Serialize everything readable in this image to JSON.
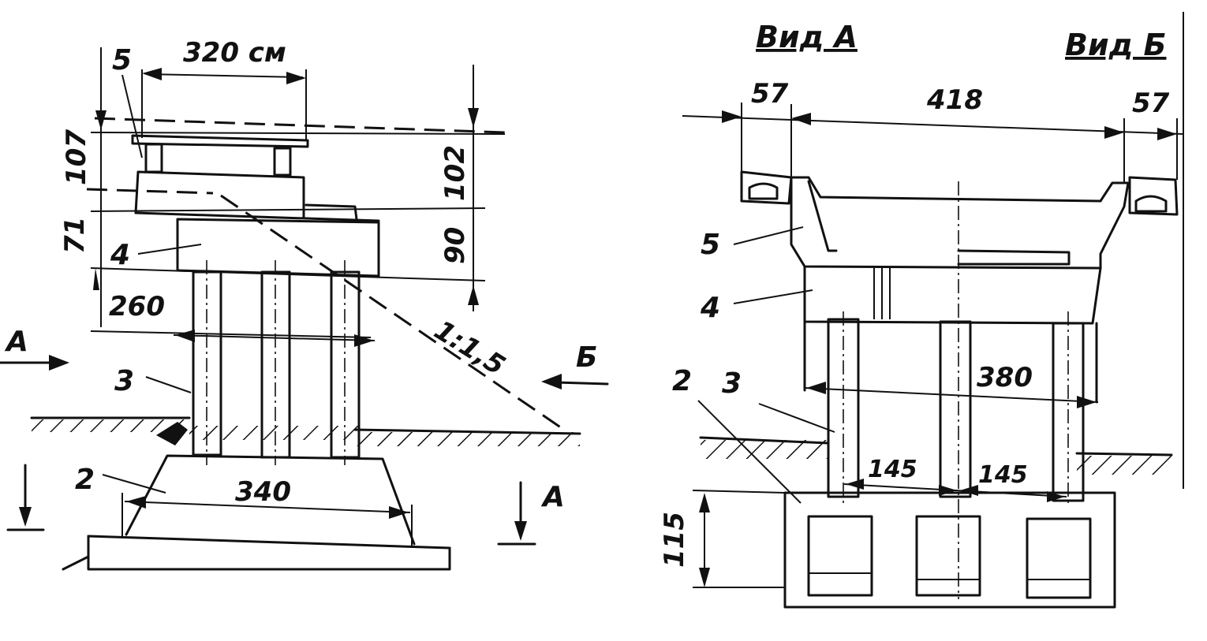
{
  "left_view": {
    "dimensions": {
      "top_width": "320 см",
      "left_upper_height": "107",
      "right_upper_height": "102",
      "left_lower_height": "71",
      "right_lower_height": "90",
      "crossbeam_width": "260",
      "footing_width": "340"
    },
    "slope_label": "1:1,5",
    "part_numbers": {
      "five": "5",
      "four": "4",
      "three": "3",
      "two": "2"
    },
    "view_arrows": {
      "a_left": "А",
      "b_right": "Б",
      "section_a": "А"
    }
  },
  "right_view": {
    "titles": {
      "view_a": "Вид А",
      "view_b": "Вид Б"
    },
    "dimensions": {
      "left_overhang": "57",
      "span_width": "418",
      "right_overhang": "57",
      "pier_width": "380",
      "spacing_left": "145",
      "spacing_right": "145",
      "footing_height": "115"
    },
    "part_numbers": {
      "five": "5",
      "four": "4",
      "two": "2",
      "three": "3"
    }
  }
}
